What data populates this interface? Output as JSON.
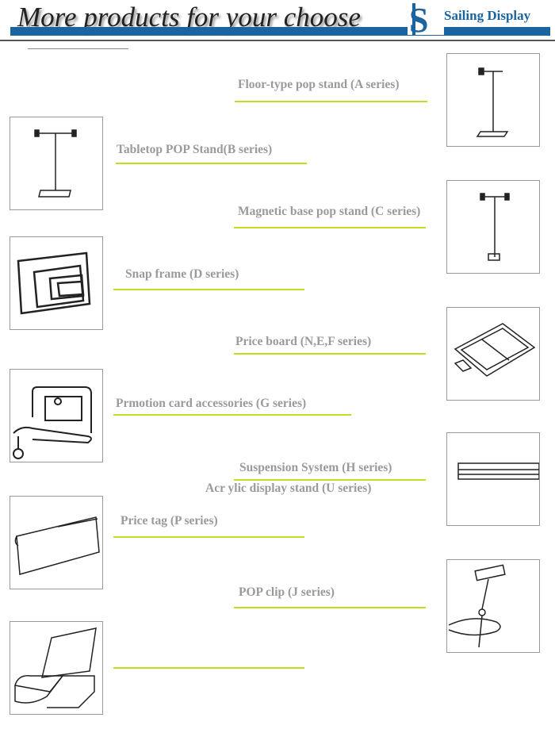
{
  "header": {
    "title": "More products for your choose",
    "brand": "Sailing Display",
    "brand_color": "#1a64a0",
    "accent_line_color": "#c8dc1e"
  },
  "products": [
    {
      "label": "Floor-type pop stand (A series)",
      "icon": "floor-stand-icon"
    },
    {
      "label": "Tabletop POP Stand(B series)",
      "icon": "tabletop-stand-icon"
    },
    {
      "label": "Magnetic base pop stand (C series)",
      "icon": "magnetic-stand-icon"
    },
    {
      "label": "Snap frame (D series)",
      "icon": "snap-frame-icon"
    },
    {
      "label": "Price  board (N,E,F  series)",
      "icon": "price-board-icon"
    },
    {
      "label": "Prmotion  card  accessories (G  series)",
      "icon": "card-holder-icon"
    },
    {
      "label": "Suspension System (H series)",
      "icon": "suspension-rail-icon"
    },
    {
      "label": "Acr ylic display stand (U series)",
      "icon": "acrylic-stand-icon"
    },
    {
      "label": "Price tag (P  series)",
      "icon": "price-tag-icon"
    },
    {
      "label": "POP  clip (J  series)",
      "icon": "pop-clip-icon"
    }
  ]
}
